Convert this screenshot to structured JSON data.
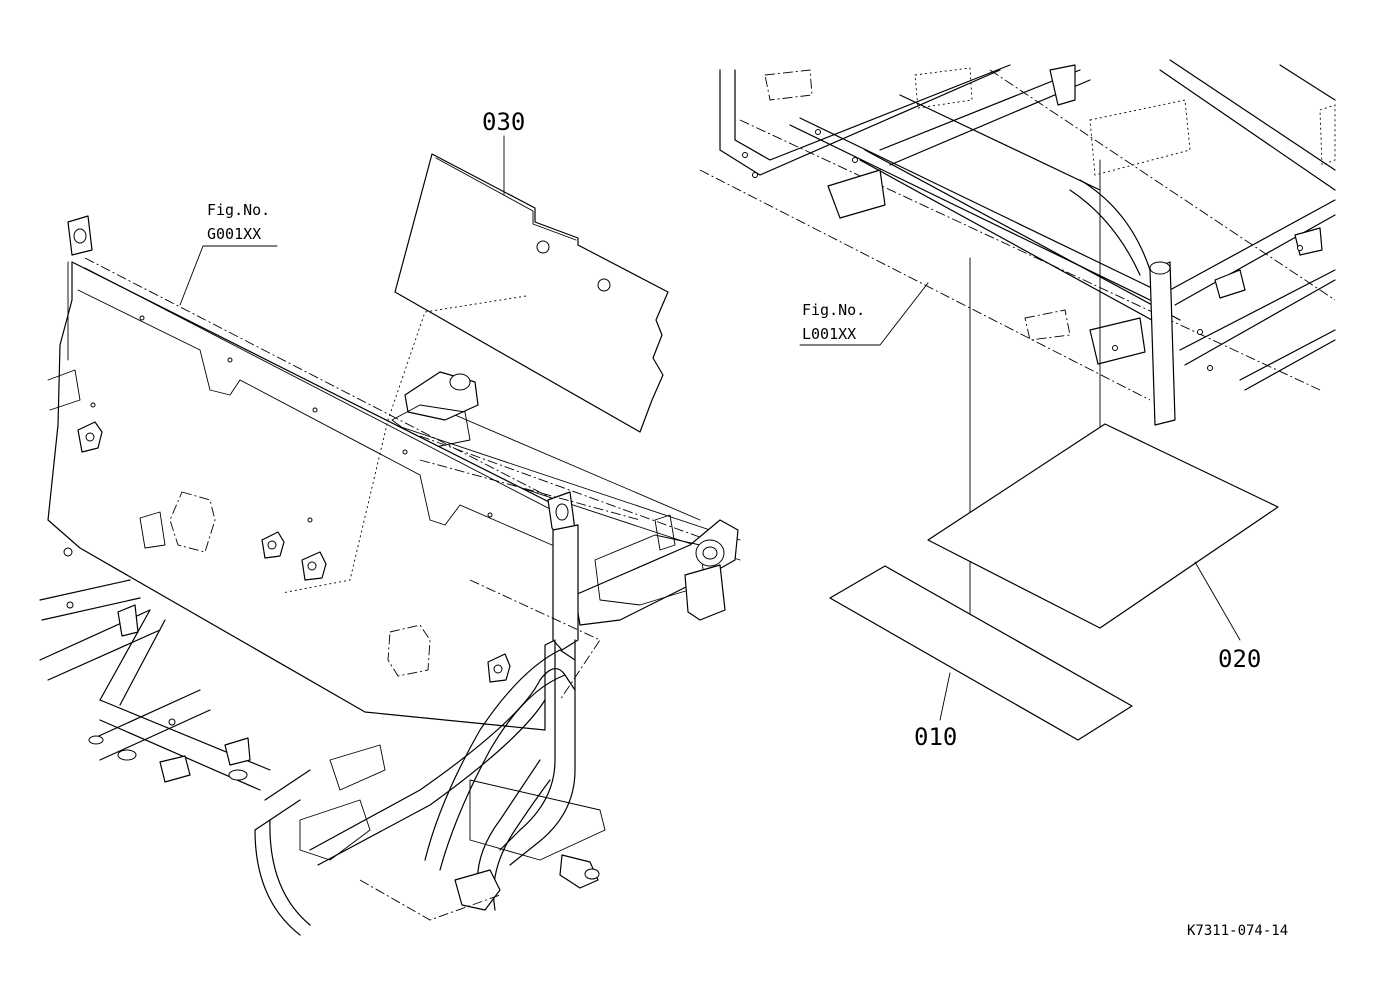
{
  "diagram": {
    "callouts": {
      "part_030": "030",
      "part_020": "020",
      "part_010": "010"
    },
    "figure_refs": {
      "left": {
        "line1": "Fig.No.",
        "line2": "G001XX"
      },
      "right": {
        "line1": "Fig.No.",
        "line2": "L001XX"
      }
    },
    "drawing_code": "K7311-074-14",
    "line_color": "#000000",
    "background_color": "#ffffff"
  }
}
